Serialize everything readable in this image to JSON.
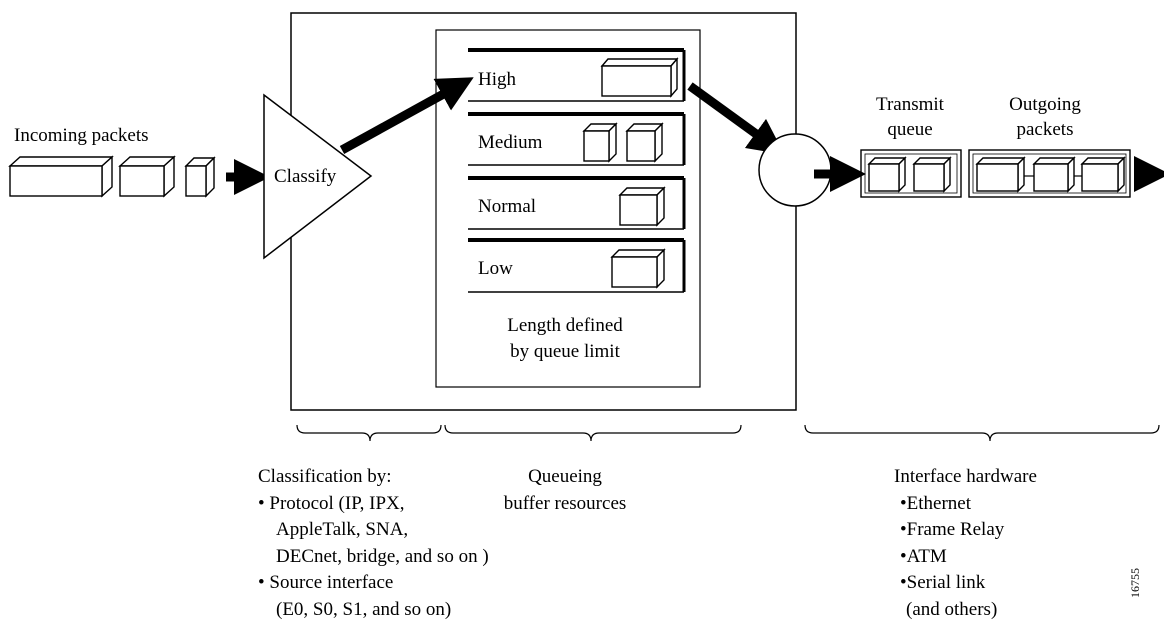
{
  "incoming_label": "Incoming packets",
  "classify_label": "Classify",
  "queues": [
    {
      "label": "High"
    },
    {
      "label": "Medium"
    },
    {
      "label": "Normal"
    },
    {
      "label": "Low"
    }
  ],
  "length_note": [
    "Length defined",
    "by queue limit"
  ],
  "transmit_label": [
    "Transmit",
    "queue"
  ],
  "outgoing_label": [
    "Outgoing",
    "packets"
  ],
  "classification": {
    "heading": "Classification by:",
    "lines": [
      "• Protocol (IP, IPX,",
      "AppleTalk, SNA,",
      "DECnet, bridge, and so on )",
      "• Source interface",
      "(E0, S0, S1, and so on)"
    ]
  },
  "queueing": [
    "Queueing",
    "buffer resources"
  ],
  "hardware": {
    "heading": "Interface hardware",
    "lines": [
      "•Ethernet",
      "•Frame Relay",
      "•ATM",
      "•Serial link",
      "(and others)"
    ]
  },
  "figure_id": "16755"
}
